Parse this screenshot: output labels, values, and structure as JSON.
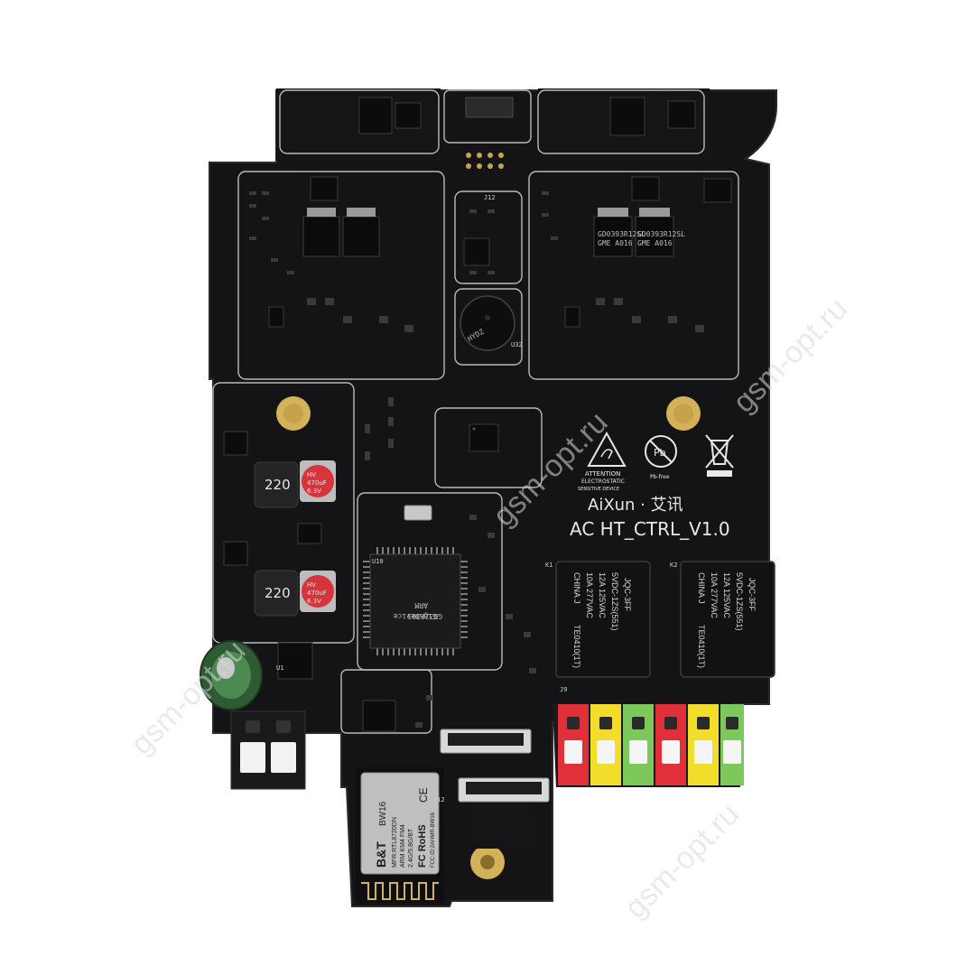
{
  "board": {
    "brand_line": "AiXun · 艾讯",
    "model_line": "AC HT_CTRL_V1.0"
  },
  "inductors": [
    "220",
    "220"
  ],
  "capacitors": [
    {
      "line1": "HV",
      "line2": "470uF",
      "line3": "6.3V"
    },
    {
      "line1": "HV",
      "line2": "470uF",
      "line3": "6.3V"
    }
  ],
  "mcu": {
    "line1": "GigaDevice",
    "line2": "ARM",
    "line3": "GD32F303"
  },
  "relays": [
    {
      "brand": "JQC-3FF",
      "model": "5VDC-1ZS(551)",
      "rating1": "12A 125VAC",
      "rating2": "10A 277VAC",
      "origin": "CHINA J",
      "cert": "TE0410(1T)"
    },
    {
      "brand": "JQC-3FF",
      "model": "5VDC-1ZS(551)",
      "rating1": "12A 125VAC",
      "rating2": "10A 277VAC",
      "origin": "CHINA J",
      "cert": "TE0410(1T)"
    }
  ],
  "wifi_module": {
    "brand": "B&T",
    "model": "BW16",
    "line1": "MFR:RTL8720DN",
    "line2": "ARM KM4 FM4",
    "line3": "2.4G/5.8G/BT",
    "cert": "FC RoHS",
    "fcc": "FCC ID:2AHMR-BW16",
    "ce": "CE"
  },
  "symbols": {
    "esd_line1": "ATTENTION",
    "esd_line2": "ELECTROSTATIC",
    "esd_line3": "SENSITIVE DEVICE",
    "pb_mark": "Pb",
    "pb_caption": "Pb-free"
  },
  "mosfets": [
    "GD0393R12SL",
    "GME A016",
    "GD0393R12SL",
    "GME A016"
  ],
  "buzzer_label": "HYDZ",
  "watermarks": [
    "gsm-opt.ru",
    "gsm-opt.ru",
    "gsm-opt.ru",
    "gsm-opt.ru"
  ],
  "colors": {
    "pcb": "#141416",
    "silkscreen": "#e8e8e8",
    "gold": "#d4b25a",
    "relay": "#121212",
    "terminal_red": "#e0303a",
    "terminal_yellow": "#f2de2a",
    "terminal_green": "#7dc85a"
  }
}
